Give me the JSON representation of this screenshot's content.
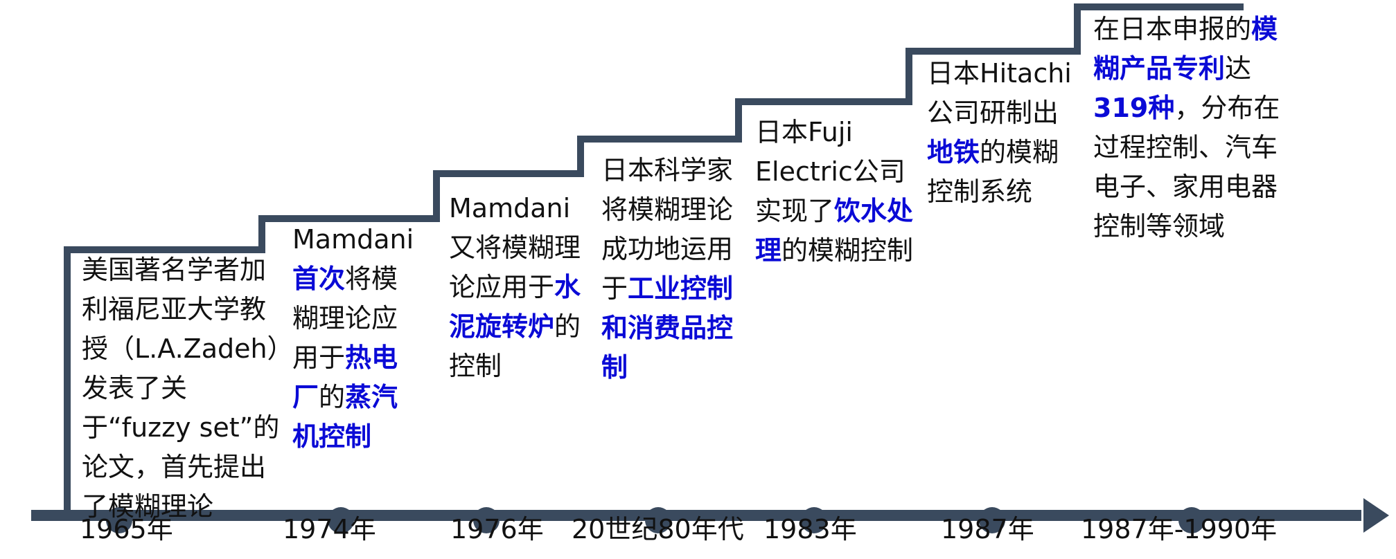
{
  "colors": {
    "line": "#3a4a5e",
    "text": "#111111",
    "highlight": "#0a0ad6"
  },
  "milestones": [
    {
      "year": "1965年",
      "description": [
        {
          "t": "美国著名学者加利福尼亚大学教授（L.A.Zadeh）发表了关于“fuzzy set”的论文，首先提出了模糊理论",
          "hl": false
        }
      ]
    },
    {
      "year": "1974年",
      "description": [
        {
          "t": "Mamdani",
          "hl": false
        },
        {
          "t": "首次",
          "hl": true
        },
        {
          "t": "将模糊理论应用于",
          "hl": false
        },
        {
          "t": "热电厂",
          "hl": true
        },
        {
          "t": "的",
          "hl": false
        },
        {
          "t": "蒸汽机控制",
          "hl": true
        }
      ]
    },
    {
      "year": "1976年",
      "description": [
        {
          "t": "Mamdani又将模糊理论应用于",
          "hl": false
        },
        {
          "t": "水泥旋转炉",
          "hl": true
        },
        {
          "t": "的控制",
          "hl": false
        }
      ]
    },
    {
      "year": "20世纪80年代",
      "description": [
        {
          "t": "日本科学家将模糊理论成功地运用于",
          "hl": false
        },
        {
          "t": "工业控制和消费品控制",
          "hl": true
        }
      ]
    },
    {
      "year": "1983年",
      "description": [
        {
          "t": "日本Fuji Electric公司实现了",
          "hl": false
        },
        {
          "t": "饮水处理",
          "hl": true
        },
        {
          "t": "的模糊控制",
          "hl": false
        }
      ]
    },
    {
      "year": "1987年",
      "description": [
        {
          "t": "日本Hitachi公司研制出",
          "hl": false
        },
        {
          "t": "地铁",
          "hl": true
        },
        {
          "t": "的模糊控制系统",
          "hl": false
        }
      ]
    },
    {
      "year": "1987年-1990年",
      "description": [
        {
          "t": "在日本申报的",
          "hl": false
        },
        {
          "t": "模糊产品专利",
          "hl": true
        },
        {
          "t": "达",
          "hl": false
        },
        {
          "t": "319种",
          "hl": true
        },
        {
          "t": "，分布在过程控制、汽车电子、家用电器控制等领域",
          "hl": false
        }
      ]
    }
  ]
}
